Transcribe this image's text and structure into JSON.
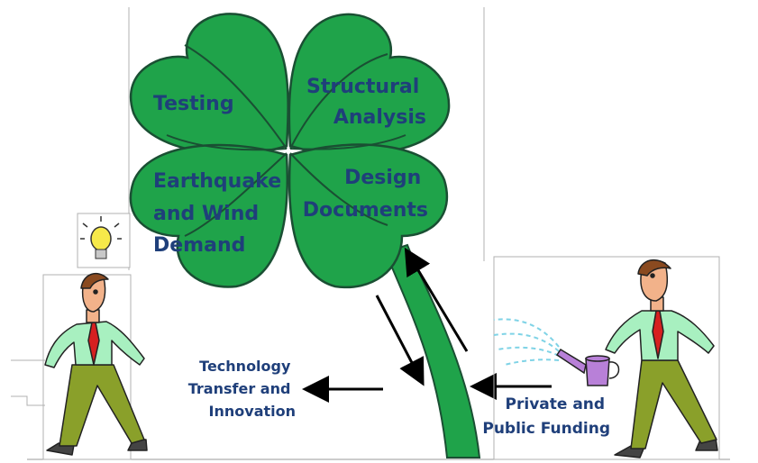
{
  "clover": {
    "leaves": [
      {
        "lines": [
          "Testing"
        ]
      },
      {
        "lines": [
          "Structural",
          "Analysis"
        ]
      },
      {
        "lines": [
          "Earthquake",
          "and Wind",
          "Demand"
        ]
      },
      {
        "lines": [
          "Design",
          "Documents"
        ]
      }
    ]
  },
  "left_label": {
    "lines": [
      "Technology",
      "Transfer and",
      "Innovation"
    ]
  },
  "right_label": {
    "lines": [
      "Private and",
      "Public Funding"
    ]
  },
  "icons": [
    "lightbulb-icon",
    "watering-can-icon"
  ],
  "colors": {
    "leaf_fill": "#1fa34a",
    "leaf_stroke": "#1a4f33",
    "text": "#1f3f7a",
    "shirt": "#a8f0c0",
    "tie": "#d62020",
    "pants": "#8aa02a",
    "watering_can": "#b880d8",
    "water": "#7fd3e6"
  }
}
